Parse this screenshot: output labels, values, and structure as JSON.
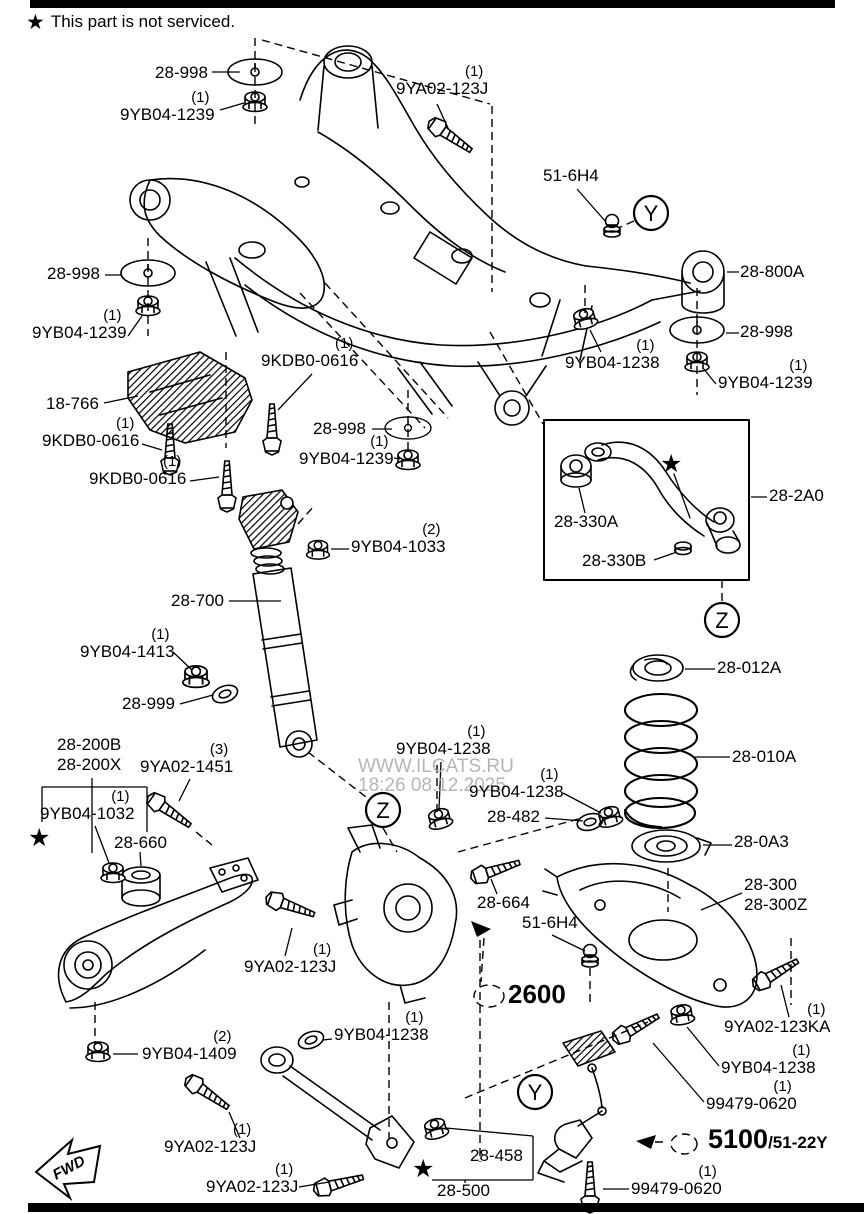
{
  "note": {
    "star": "★",
    "text": "This part is not serviced."
  },
  "watermark": {
    "l1": "WWW.ILCATS.RU",
    "l2": "18:26 08.12.2025"
  },
  "glyphs": {
    "star": "★"
  },
  "circles": {
    "y": "Y",
    "z": "Z"
  },
  "fwd": "FWD",
  "labels": [
    {
      "t": "28-998",
      "q": null
    },
    {
      "t": "9YB04-1239",
      "q": "(1)"
    },
    {
      "t": "9YA02-123J",
      "q": "(1)"
    },
    {
      "t": "51-6H4",
      "q": null
    },
    {
      "t": "28-800A",
      "q": null
    },
    {
      "t": "28-998",
      "q": null
    },
    {
      "t": "9YB04-1239",
      "q": "(1)"
    },
    {
      "t": "9YB04-1238",
      "q": "(1)"
    },
    {
      "t": "28-998",
      "q": null
    },
    {
      "t": "9YB04-1239",
      "q": "(1)"
    },
    {
      "t": "9KDB0-0616",
      "q": "(1)"
    },
    {
      "t": "18-766",
      "q": null
    },
    {
      "t": "9KDB0-0616",
      "q": "(1)"
    },
    {
      "t": "9KDB0-0616",
      "q": "(1)"
    },
    {
      "t": "28-998",
      "q": null
    },
    {
      "t": "9YB04-1239",
      "q": "(1)"
    },
    {
      "t": "28-330A",
      "q": null
    },
    {
      "t": "28-2A0",
      "q": null
    },
    {
      "t": "28-330B",
      "q": null
    },
    {
      "t": "9YB04-1033",
      "q": "(2)"
    },
    {
      "t": "28-700",
      "q": null
    },
    {
      "t": "9YB04-1413",
      "q": "(1)"
    },
    {
      "t": "28-999",
      "q": null
    },
    {
      "t": "28-200B",
      "q": null
    },
    {
      "t": "28-200X",
      "q": null
    },
    {
      "t": "9YA02-1451",
      "q": "(3)"
    },
    {
      "t": "9YB04-1032",
      "q": "(1)"
    },
    {
      "t": "28-660",
      "q": null
    },
    {
      "t": "9YB04-1238",
      "q": "(1)"
    },
    {
      "t": "9YB04-1238",
      "q": "(1)"
    },
    {
      "t": "28-482",
      "q": null
    },
    {
      "t": "28-012A",
      "q": null
    },
    {
      "t": "28-010A",
      "q": null
    },
    {
      "t": "28-664",
      "q": null
    },
    {
      "t": "51-6H4",
      "q": null
    },
    {
      "t": "2600",
      "q": null
    },
    {
      "t": "28-0A3",
      "q": null
    },
    {
      "t": "28-300",
      "q": null
    },
    {
      "t": "28-300Z",
      "q": null
    },
    {
      "t": "9YA02-123KA",
      "q": "(1)"
    },
    {
      "t": "9YB04-1238",
      "q": "(1)"
    },
    {
      "t": "99479-0620",
      "q": "(1)"
    },
    {
      "t": "5100",
      "q": null
    },
    {
      "t": "/51-22Y",
      "q": null
    },
    {
      "t": "99479-0620",
      "q": "(1)"
    },
    {
      "t": "28-458",
      "q": null
    },
    {
      "t": "28-500",
      "q": null
    },
    {
      "t": "9YB04-1409",
      "q": "(2)"
    },
    {
      "t": "9YB04-1238",
      "q": "(1)"
    },
    {
      "t": "9YA02-123J",
      "q": "(1)"
    },
    {
      "t": "9YA02-123J",
      "q": "(1)"
    },
    {
      "t": "9YA02-123J",
      "q": "(1)"
    }
  ]
}
